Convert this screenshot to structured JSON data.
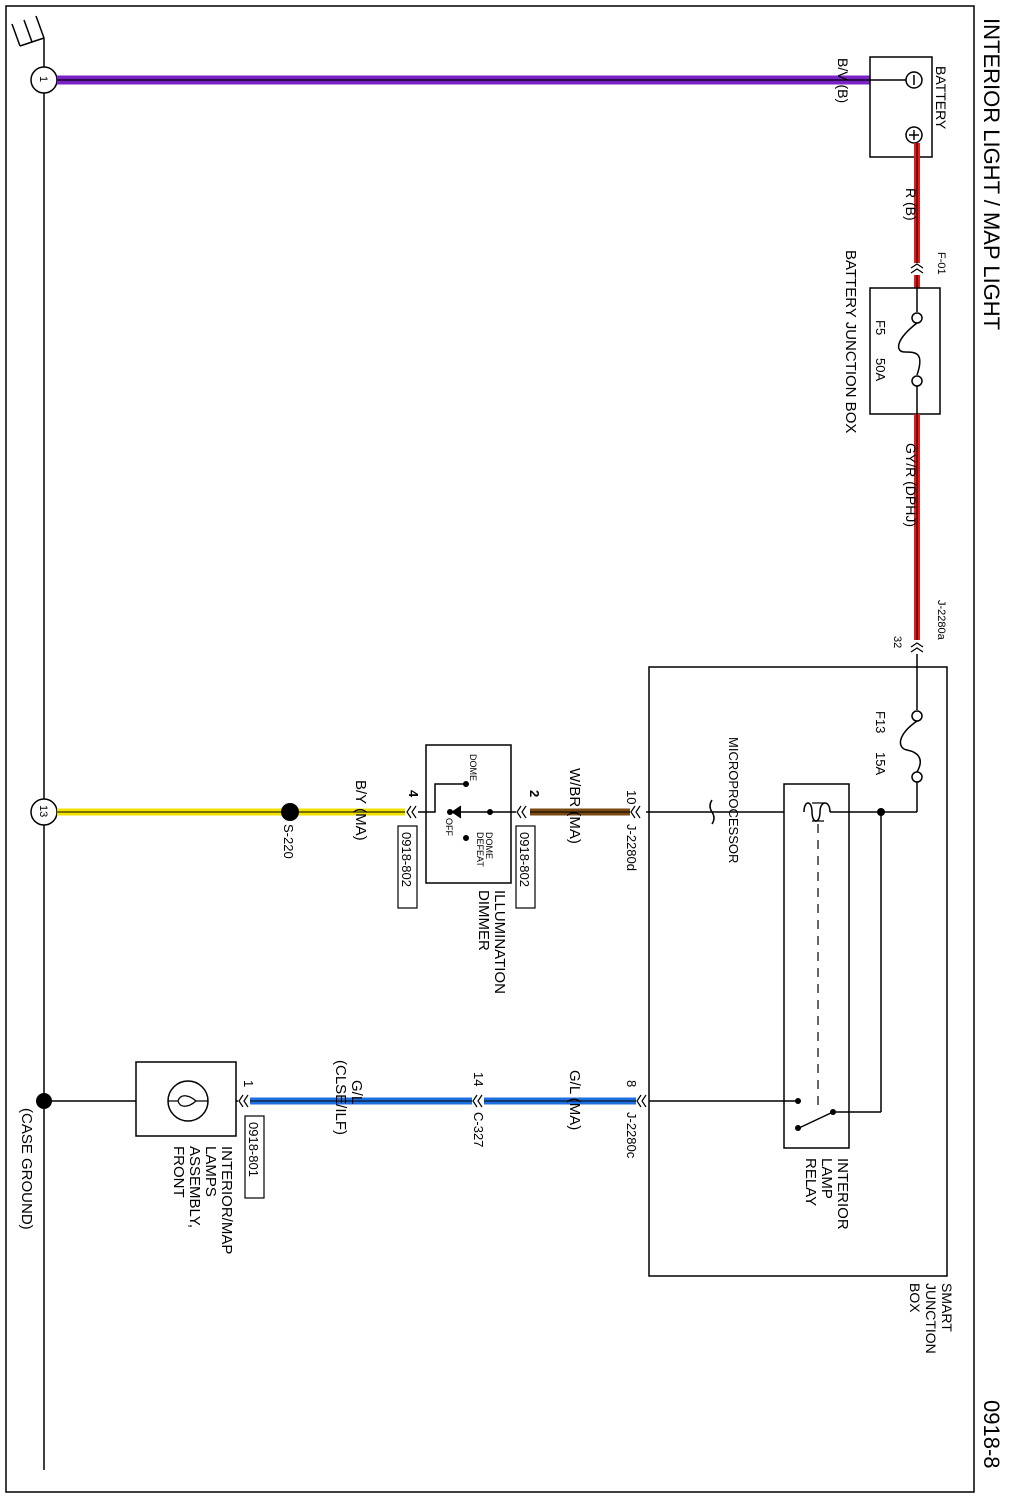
{
  "title": "INTERIOR LIGHT / MAP LIGHT",
  "page_number": "0918-8",
  "colors": {
    "violet": "#7a22c8",
    "red": "#e41b1b",
    "yellow": "#f2e200",
    "brown": "#7a4a12",
    "blue": "#1e6fe0"
  },
  "ground_points": {
    "g1": "1",
    "g13": "13"
  },
  "battery": {
    "label": "BATTERY",
    "neg_wire": "B/V (B)",
    "pos_wire": "R (B)"
  },
  "battery_junction_box": {
    "label": "BATTERY JUNCTION BOX",
    "connector": "F-01",
    "fuse": "F5",
    "rating": "50A",
    "out_wire": "GY/R (DPHJ)"
  },
  "smart_junction_box": {
    "label_line1": "SMART",
    "label_line2": "JUNCTION",
    "label_line3": "BOX",
    "in_connector": "J-2280a",
    "in_pin": "32",
    "fuse": "F13",
    "rating": "15A",
    "microprocessor": "MICROPROCESSOR",
    "relay_line1": "INTERIOR",
    "relay_line2": "LAMP",
    "relay_line3": "RELAY",
    "conn_d": "J-2280d",
    "pin_d": "10",
    "conn_c": "J-2280c",
    "pin_c": "8"
  },
  "dimmer": {
    "label_line1": "ILLUMINATION",
    "label_line2": "DIMMER",
    "wire_in": "W/BR (MA)",
    "pin_in": "2",
    "conn_in": "0918-802",
    "wire_out": "B/Y (MA)",
    "pin_out": "4",
    "conn_out": "0918-802",
    "pos_dome": "DOME",
    "pos_off": "OFF",
    "pos_defeat_line1": "DOME",
    "pos_defeat_line2": "DEFEAT"
  },
  "splice": "S-220",
  "lamp_circuit": {
    "wire_ma": "G/L (MA)",
    "connector": "C-327",
    "pin": "14",
    "wire_clse_line1": "G/L",
    "wire_clse_line2": "(CLSE/ILF)",
    "lamp_pin": "1",
    "lamp_conn": "0918-801",
    "lamp_line1": "INTERIOR/MAP",
    "lamp_line2": "LAMPS",
    "lamp_line3": "ASSEMBLY,",
    "lamp_line4": "FRONT",
    "case_ground": "(CASE GROUND)"
  }
}
